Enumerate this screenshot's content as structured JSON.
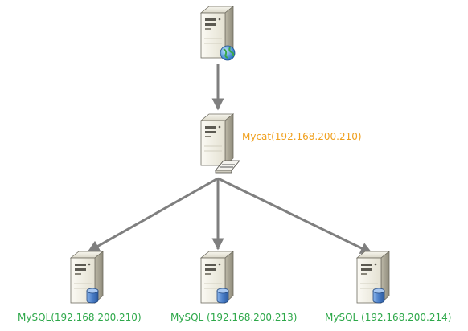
{
  "diagram": {
    "client": {
      "role": "web-server"
    },
    "mycat": {
      "label": "Mycat(192.168.200.210)"
    },
    "mysql_nodes": [
      {
        "label": "MySQL(192.168.200.210)"
      },
      {
        "label": "MySQL (192.168.200.213)"
      },
      {
        "label": "MySQL (192.168.200.214)"
      }
    ],
    "edges": [
      {
        "from": "client",
        "to": "mycat"
      },
      {
        "from": "mycat",
        "to": "mysql-0"
      },
      {
        "from": "mycat",
        "to": "mysql-1"
      },
      {
        "from": "mycat",
        "to": "mysql-2"
      }
    ]
  },
  "colors": {
    "mycat_label": "#f0a01e",
    "mysql_label": "#2ea84a",
    "arrow": "#7f7f7f",
    "server_body": "#d9d6c8",
    "server_front": "#f2f0e6",
    "database": "#4a7ec8",
    "globe": "#3a8fd6"
  }
}
